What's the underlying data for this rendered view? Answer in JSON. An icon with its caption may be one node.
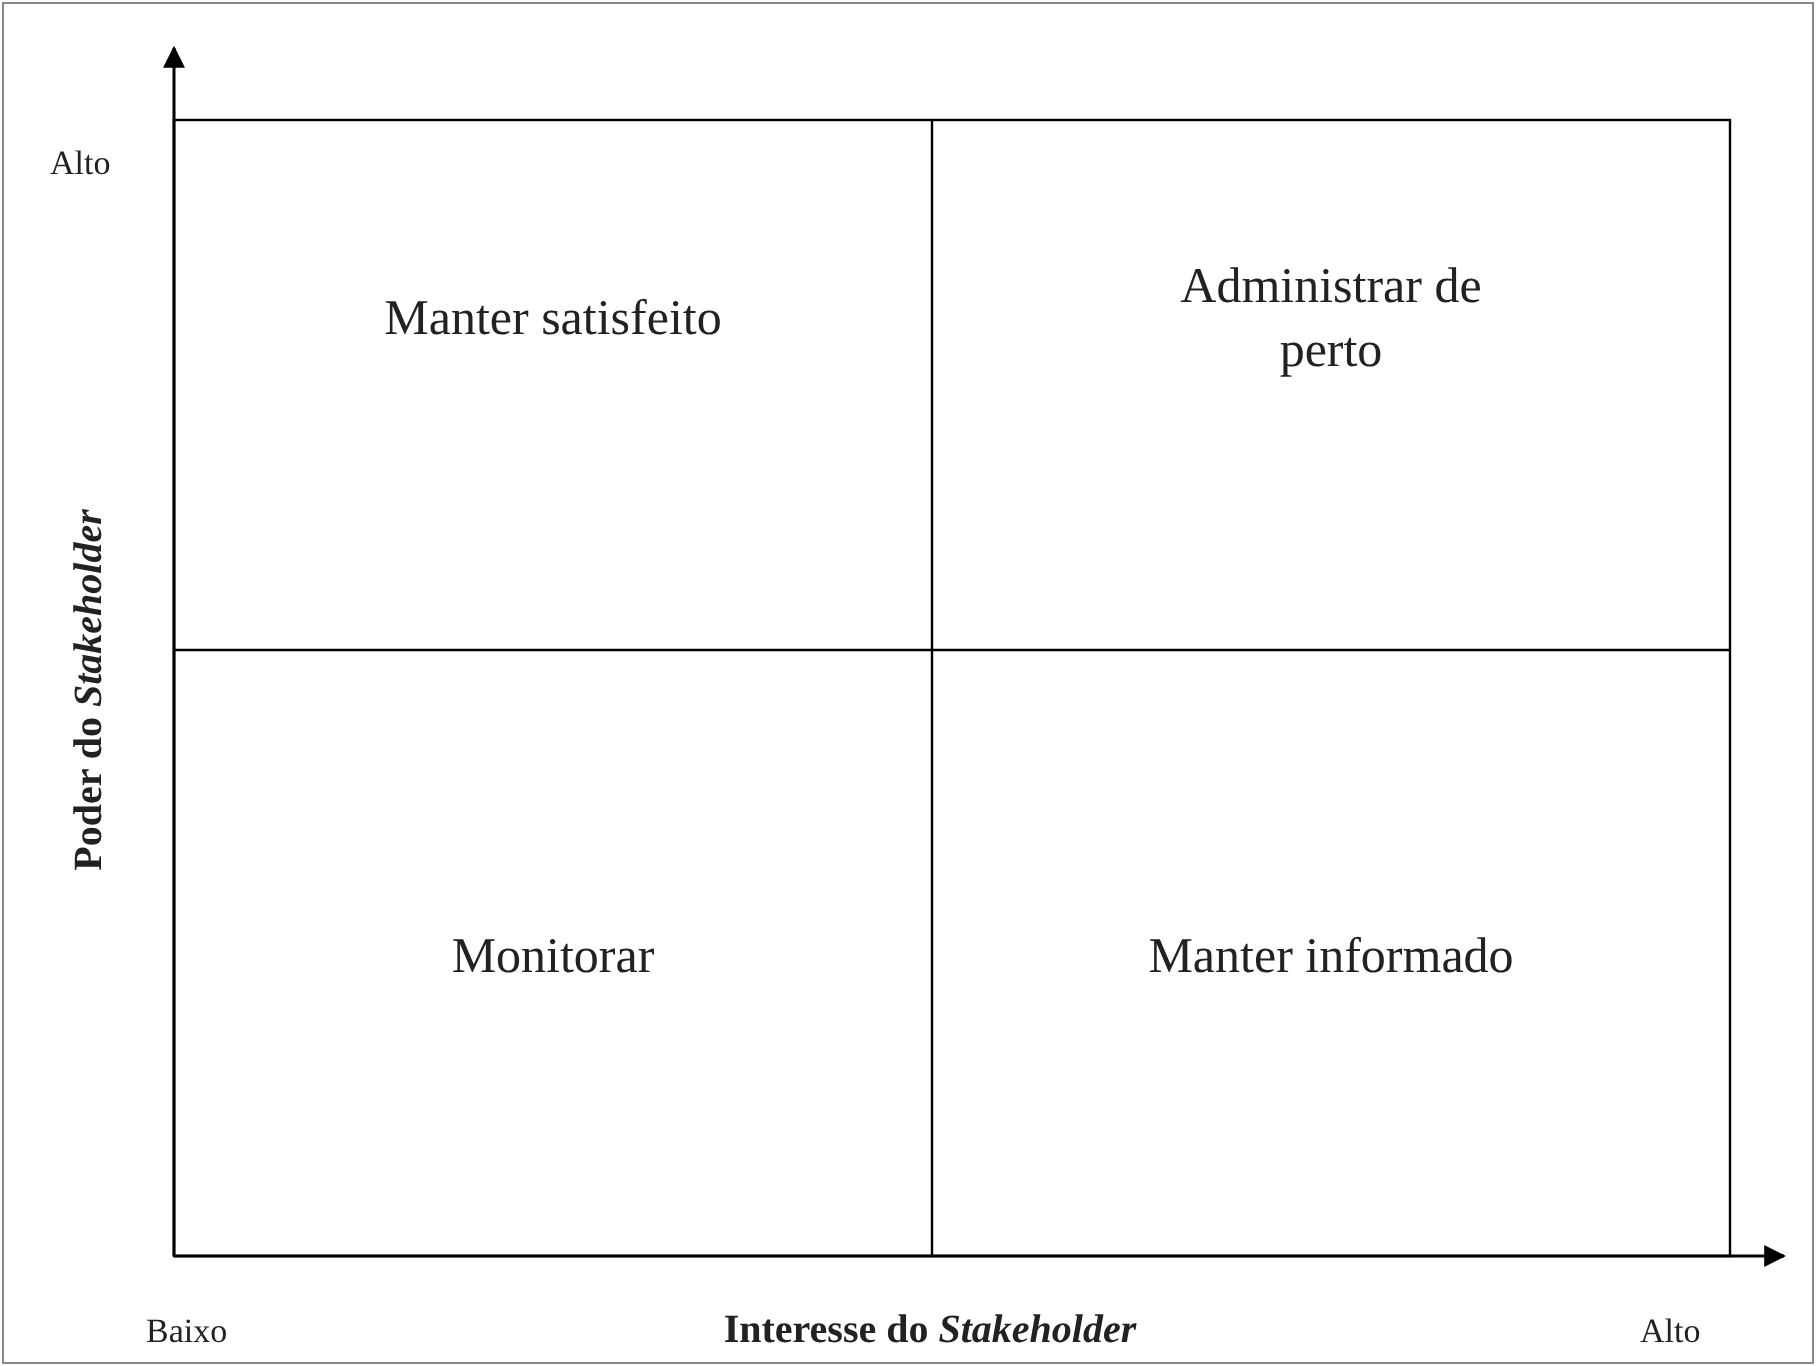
{
  "diagram": {
    "nodes": [
      {
        "text": [
          "Manter satisfeito"
        ]
      },
      {
        "text": [
          "Administrar de perto"
        ]
      },
      {
        "text": [
          "Monitorar"
        ]
      },
      {
        "text": [
          "Manter informado"
        ]
      }
    ],
    "labels": [
      "Alto",
      "Poder do *Stakeholder*",
      "Baixo",
      "Interesse do *Stakeholder*",
      "Alto"
    ]
  }
}
